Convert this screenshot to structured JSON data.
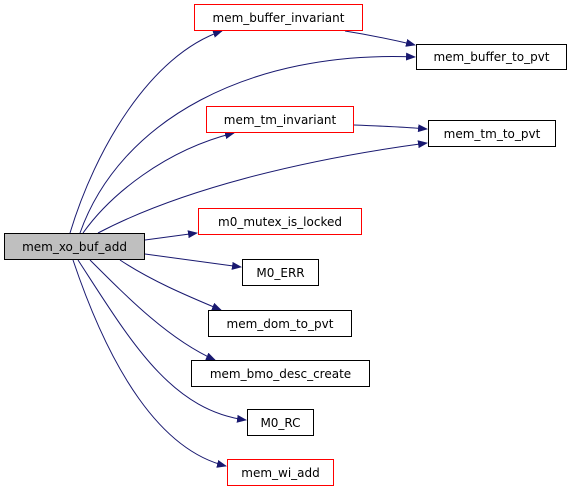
{
  "graph": {
    "root": {
      "label": "mem_xo_buf_add"
    },
    "nodes": [
      {
        "id": "mem_buffer_invariant",
        "label": "mem_buffer_invariant",
        "border": "#ff0000"
      },
      {
        "id": "mem_buffer_to_pvt",
        "label": "mem_buffer_to_pvt",
        "border": "#000000"
      },
      {
        "id": "mem_tm_invariant",
        "label": "mem_tm_invariant",
        "border": "#ff0000"
      },
      {
        "id": "mem_tm_to_pvt",
        "label": "mem_tm_to_pvt",
        "border": "#000000"
      },
      {
        "id": "m0_mutex_is_locked",
        "label": "m0_mutex_is_locked",
        "border": "#ff0000"
      },
      {
        "id": "M0_ERR",
        "label": "M0_ERR",
        "border": "#000000"
      },
      {
        "id": "mem_dom_to_pvt",
        "label": "mem_dom_to_pvt",
        "border": "#000000"
      },
      {
        "id": "mem_bmo_desc_create",
        "label": "mem_bmo_desc_create",
        "border": "#000000"
      },
      {
        "id": "M0_RC",
        "label": "M0_RC",
        "border": "#000000"
      },
      {
        "id": "mem_wi_add",
        "label": "mem_wi_add",
        "border": "#ff0000"
      }
    ],
    "edges": [
      {
        "from": "mem_xo_buf_add",
        "to": "mem_buffer_invariant"
      },
      {
        "from": "mem_xo_buf_add",
        "to": "mem_buffer_to_pvt"
      },
      {
        "from": "mem_buffer_invariant",
        "to": "mem_buffer_to_pvt"
      },
      {
        "from": "mem_xo_buf_add",
        "to": "mem_tm_invariant"
      },
      {
        "from": "mem_xo_buf_add",
        "to": "mem_tm_to_pvt"
      },
      {
        "from": "mem_tm_invariant",
        "to": "mem_tm_to_pvt"
      },
      {
        "from": "mem_xo_buf_add",
        "to": "m0_mutex_is_locked"
      },
      {
        "from": "mem_xo_buf_add",
        "to": "M0_ERR"
      },
      {
        "from": "mem_xo_buf_add",
        "to": "mem_dom_to_pvt"
      },
      {
        "from": "mem_xo_buf_add",
        "to": "mem_bmo_desc_create"
      },
      {
        "from": "mem_xo_buf_add",
        "to": "M0_RC"
      },
      {
        "from": "mem_xo_buf_add",
        "to": "mem_wi_add"
      }
    ],
    "colors": {
      "edge": "#191970",
      "root_fill": "#bfbfbf",
      "link_border": "#ff0000",
      "plain_border": "#000000"
    }
  }
}
